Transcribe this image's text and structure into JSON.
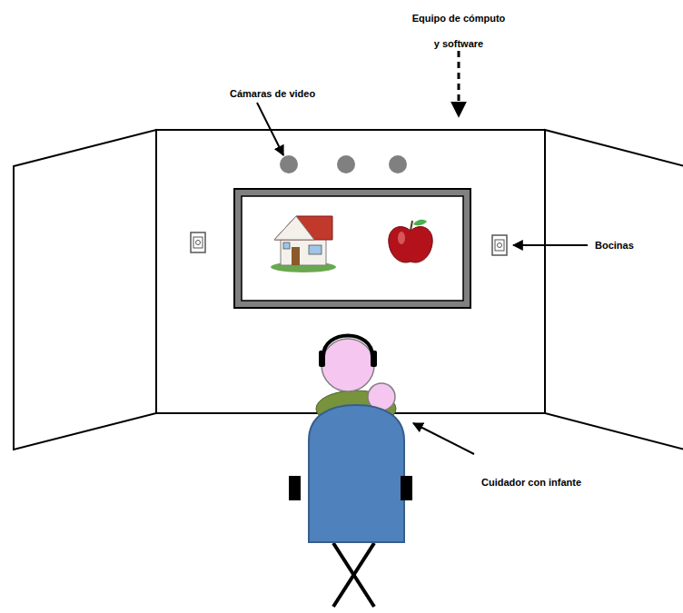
{
  "diagram": {
    "labels": [
      "Equipo de cómputo y software",
      "Cámaras de video",
      "Bocinas",
      "Cuidador con infante"
    ]
  }
}
